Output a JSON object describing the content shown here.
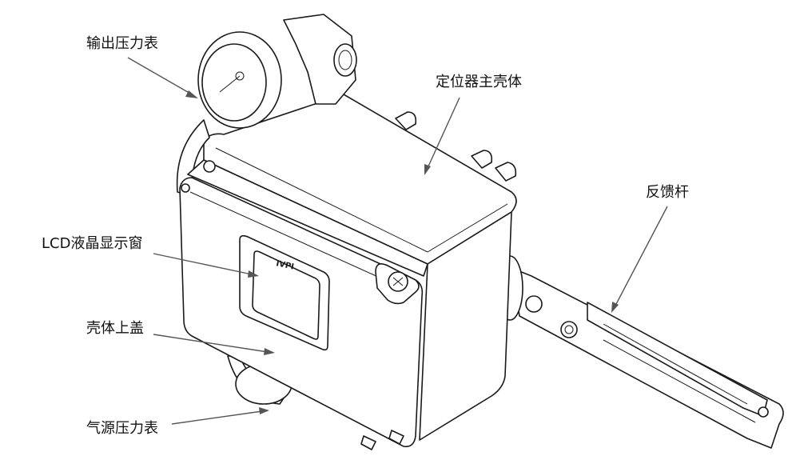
{
  "labels": {
    "output_gauge": "输出压力表",
    "main_housing": "定位器主壳体",
    "feedback_lever": "反馈杆",
    "lcd_window": "LCD液晶显示窗",
    "housing_cover": "壳体上盖",
    "supply_gauge": "气源压力表"
  },
  "display_brand": "IVPI",
  "colors": {
    "line": "#1a1a1a",
    "leader": "#555555",
    "background": "#ffffff"
  }
}
